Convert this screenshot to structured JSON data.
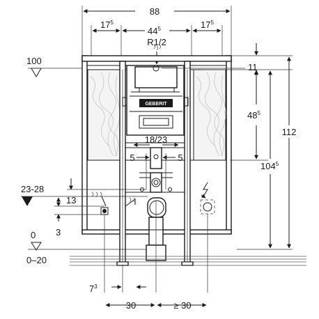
{
  "labels": {
    "width_total": "88",
    "side_left_main": "17",
    "side_left_sup": "5",
    "center_main": "44",
    "center_sup": "5",
    "side_right_main": "17",
    "side_right_sup": "5",
    "thread": "R1/2",
    "offset_top": "11",
    "height_485_main": "48",
    "height_485_sup": "5",
    "height_total": "112",
    "height_1045_main": "104",
    "height_1045_sup": "5",
    "height_left": "100",
    "range_connection": "23-28",
    "offset_13": "13",
    "offset_3": "3",
    "floor_zero": "0",
    "floor_range": "0–20",
    "spacing_18_23": "18/23",
    "side_5_left": "5",
    "side_5_right": "5",
    "bottom_73_main": "7",
    "bottom_73_sup": "3",
    "bottom_30": "30",
    "bottom_ge_30": "≥ 30",
    "brand": "GEBERIT"
  },
  "colors": {
    "line": "#1a1a1a",
    "panel": "#f4f4f4",
    "wood": "#b5b5b5"
  }
}
